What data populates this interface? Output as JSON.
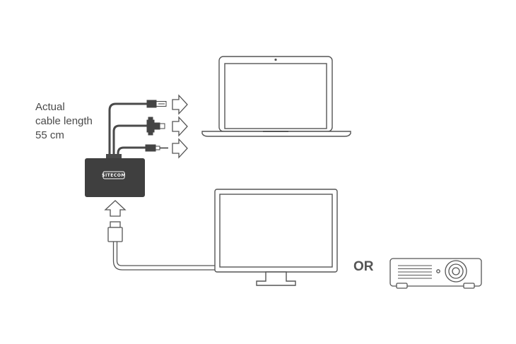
{
  "note": {
    "line1": "Actual",
    "line2": "cable length",
    "line3": "55 cm"
  },
  "adapter": {
    "brand_label": "SITECOM"
  },
  "alternative_label": "OR",
  "colors": {
    "outline": "#555555",
    "adapter_body": "#3f3f3f",
    "cable_dark": "#4a4a4a",
    "arrow_fill": "#ffffff"
  },
  "icons": [
    "laptop-icon",
    "monitor-icon",
    "projector-icon",
    "usb-plug-icon",
    "hdmi-plug-icon",
    "audio-jack-icon",
    "arrow-right-icon",
    "arrow-up-icon"
  ]
}
